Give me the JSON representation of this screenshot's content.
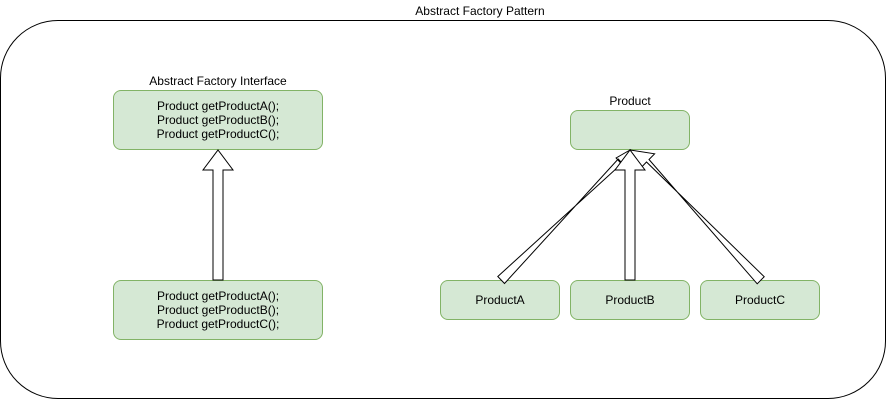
{
  "diagram": {
    "title": "Abstract Factory Pattern",
    "factory_interface": {
      "label": "Abstract Factory Interface",
      "methods": [
        "Product getProductA();",
        "Product getProductB();",
        "Product getProductC();"
      ]
    },
    "concrete_factory": {
      "methods": [
        "Product getProductA();",
        "Product getProductB();",
        "Product getProductC();"
      ]
    },
    "product": {
      "label": "Product"
    },
    "products": [
      {
        "label": "ProductA"
      },
      {
        "label": "ProductB"
      },
      {
        "label": "ProductC"
      }
    ],
    "colors": {
      "box_fill": "#d5e8d4",
      "box_stroke": "#82b366",
      "arrow_fill": "#ffffff",
      "arrow_stroke": "#000000"
    }
  }
}
